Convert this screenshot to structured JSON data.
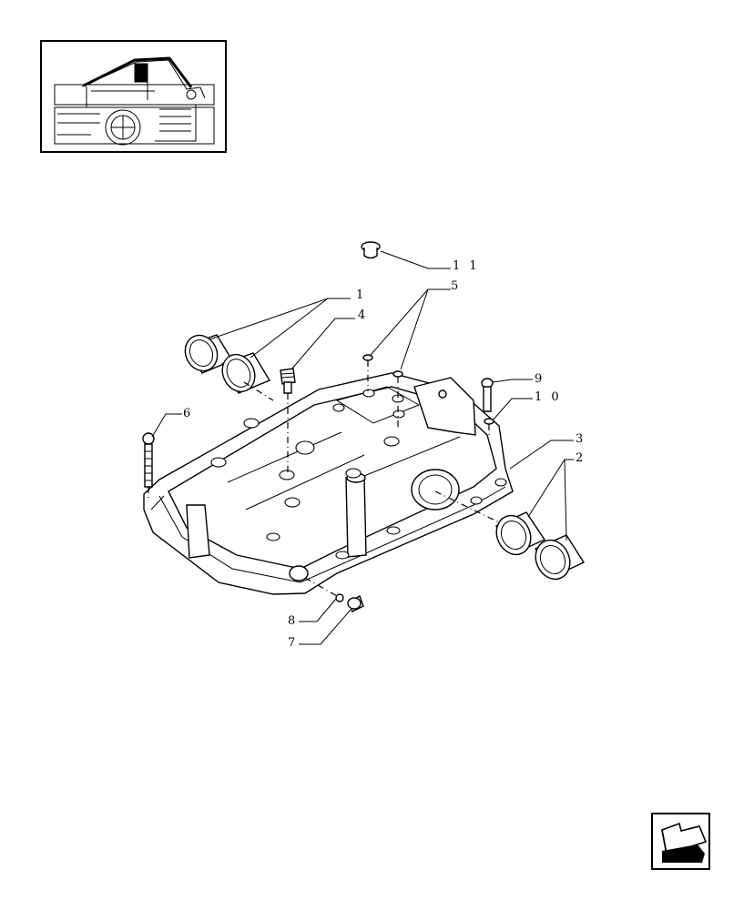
{
  "callouts": {
    "c1": "1",
    "c2": "2",
    "c3": "3",
    "c4": "4",
    "c5": "5",
    "c6": "6",
    "c7": "7",
    "c8": "8",
    "c9": "9",
    "c10": "1 0",
    "c11": "1 1"
  },
  "icons": {
    "thumbnail": "tractor-overview-thumbnail",
    "nav": "back-arrow-icon"
  }
}
